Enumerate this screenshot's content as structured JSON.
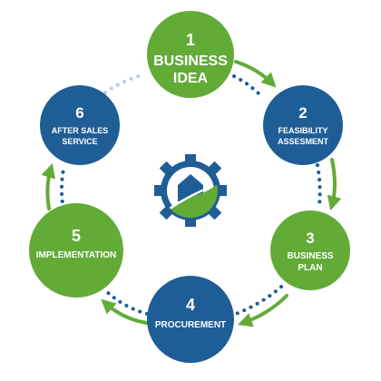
{
  "title": "",
  "colors": {
    "green": "#62ab37",
    "green_dark": "#4a8a26",
    "blue": "#1f5d96",
    "blue_dark": "#174a7a",
    "dots_blue": "#1f5d96",
    "dots_faded": "#b9cde0"
  },
  "steps": [
    {
      "number": "1",
      "label_lines": [
        "BUSINESS",
        "IDEA"
      ],
      "color": "green"
    },
    {
      "number": "2",
      "label_lines": [
        "FEASIBILITY",
        "ASSESMENT"
      ],
      "color": "blue"
    },
    {
      "number": "3",
      "label_lines": [
        "BUSINESS",
        "PLAN"
      ],
      "color": "green"
    },
    {
      "number": "4",
      "label_lines": [
        "PROCUREMENT"
      ],
      "color": "blue"
    },
    {
      "number": "5",
      "label_lines": [
        "IMPLEMENTATION"
      ],
      "color": "green"
    },
    {
      "number": "6",
      "label_lines": [
        "AFTER SALES",
        "SERVICE"
      ],
      "color": "blue"
    }
  ],
  "center_logo": {
    "icon": "gear-house-leaf-icon"
  }
}
